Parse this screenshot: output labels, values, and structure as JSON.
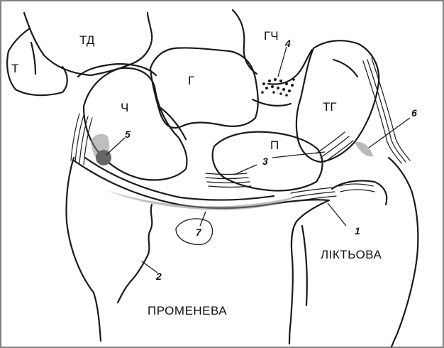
{
  "labels": {
    "trapezium": "Т",
    "trapezoid": "ТД",
    "capitate_hook": "ГЧ",
    "capitate": "Г",
    "scaphoid": "Ч",
    "triquetrum": "ТГ",
    "lunate": "П",
    "radius": "ПРОМЕНЕВА",
    "ulna": "ЛІКТЬОВА"
  },
  "numbers": {
    "n1": "1",
    "n2": "2",
    "n3": "3",
    "n4": "4",
    "n5": "5",
    "n6": "6",
    "n7": "7"
  },
  "colors": {
    "line": "#1a1a1a",
    "shade": "#8a8a8a",
    "dark_spot": "#666666",
    "frame": "#555555"
  }
}
